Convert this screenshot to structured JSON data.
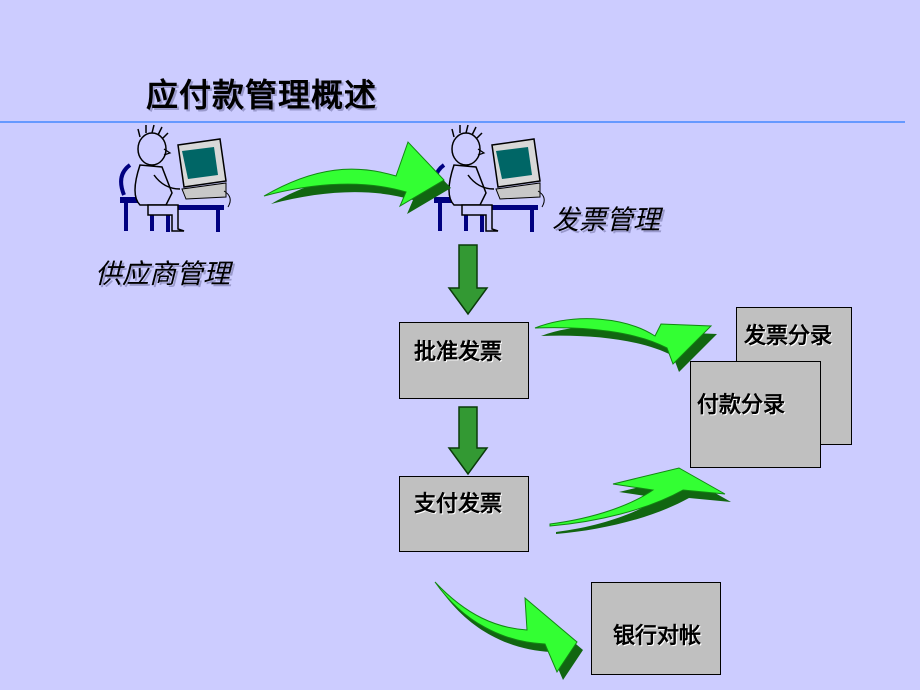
{
  "title": "应付款管理概述",
  "labels": {
    "supplier": "供应商管理",
    "invoice_mgmt": "发票管理"
  },
  "boxes": {
    "approve": "批准发票",
    "pay": "支付发票",
    "invoice_entry": "发票分录",
    "payment_entry": "付款分录",
    "bank_reconcile": "银行对帐"
  },
  "colors": {
    "background": "#ccccff",
    "rule": "#6699ff",
    "box": "#c0c0c0",
    "curve_arrow": "#33ff33",
    "down_arrow": "#339933"
  }
}
